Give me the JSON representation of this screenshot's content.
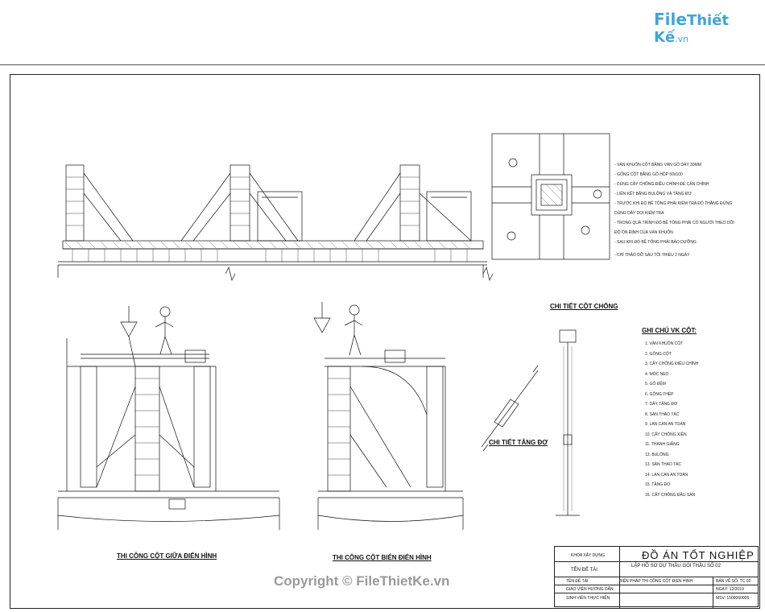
{
  "logo": {
    "file": "File",
    "brand": "Thiết Kế",
    "tld": ".vn"
  },
  "sections": {
    "detail_column_support": "CHI TIẾT CỘT CHỐNG",
    "detail_turnbuckle": "CHI TIẾT TĂNG ĐƠ",
    "middle_column": "THI CÔNG CỘT GIỮA ĐIỂN HÌNH",
    "edge_column": "THI CÔNG CỘT BIÊN ĐIỂN HÌNH"
  },
  "notes_title": "GHI CHÚ VK CỘT:",
  "notes": [
    "1. VÁN KHUÔN CỘT",
    "2. GÔNG CỘT",
    "3. CÂY CHỐNG ĐIỀU CHỈNH",
    "4. MÓC NEO",
    "5. GỖ ĐỆM",
    "6. GÔNG THÉP",
    "7. DÂY TĂNG ĐƠ",
    "8. SÀN THAO TÁC",
    "9. LAN CAN AN TOÀN",
    "10. CÂY CHỐNG XIÊN",
    "11. THANH GIẰNG",
    "12. BULÔNG",
    "13. SÀN THAO TÁC",
    "14. LAN CAN AN TOÀN",
    "15. TĂNG ĐƠ",
    "16. CÂY CHỐNG ĐẦU SÀN"
  ],
  "title_block": {
    "main_title": "ĐỒ ÁN TỐT NGHIỆP",
    "subtitle": "LẬP HỒ SƠ DỰ THẦU GÓI THẦU SỐ 02",
    "topic_label": "TÊN ĐỀ TÀI",
    "left_label_1": "KHOA XÂY DỰNG",
    "left_label_2": "TÊN ĐỀ TÀI",
    "left_label_3": "GIÁO VIÊN HƯỚNG DẪN",
    "left_label_4": "SINH VIÊN THỰC HIỆN",
    "drawing_name": "BIỆN PHÁP THI CÔNG CỘT ĐIỂN HÌNH",
    "sheet": "BẢN VẼ SỐ: TC 02",
    "date": "NGÀY: 12/2019",
    "student_id": "MSV: 1509060005"
  },
  "watermark": "Copyright © FileThietKe.vn"
}
